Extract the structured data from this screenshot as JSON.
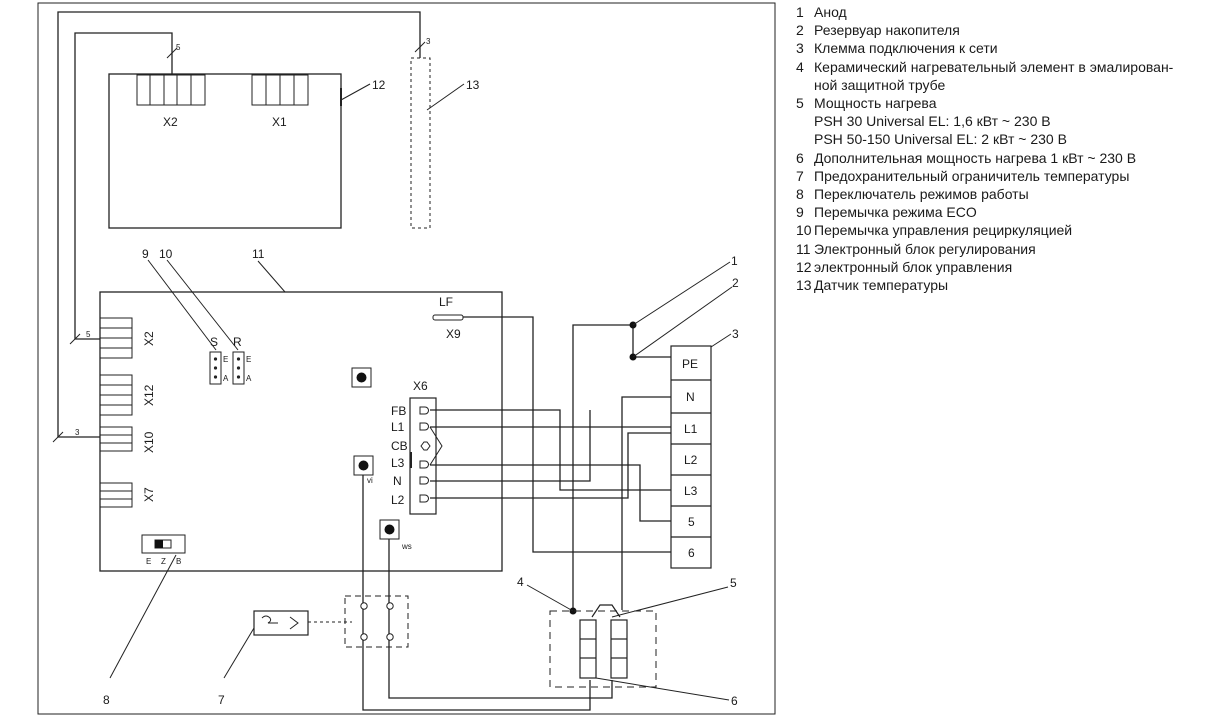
{
  "labels": {
    "x2_top": "X2",
    "x1_top": "X1",
    "x2_left": "X2",
    "x12": "X12",
    "x10": "X10",
    "x7": "X7",
    "x6": "X6",
    "x9": "X9",
    "lf": "LF",
    "jumper_s": "S",
    "jumper_r": "R",
    "ea": [
      "E",
      "A"
    ],
    "ezb": [
      "E",
      "Z",
      "B"
    ],
    "vi": "vi",
    "ws": "ws",
    "wire5": "5",
    "wire3": "3",
    "x6_pins": [
      "FB",
      "L1",
      "CB",
      "L3",
      "N",
      "L2"
    ],
    "terminals": [
      "PE",
      "N",
      "L1",
      "L2",
      "L3",
      "5",
      "6"
    ],
    "callouts": {
      "c1": "1",
      "c2": "2",
      "c3": "3",
      "c4": "4",
      "c5": "5",
      "c6": "6",
      "c7": "7",
      "c8": "8",
      "c9": "9",
      "c10": "10",
      "c11": "11",
      "c12": "12",
      "c13": "13"
    }
  },
  "legend": [
    {
      "num": "1",
      "text": "Анод"
    },
    {
      "num": "2",
      "text": "Резервуар накопителя"
    },
    {
      "num": "3",
      "text": "Клемма подключения к сети"
    },
    {
      "num": "4",
      "text": "Керамический нагревательный элемент в эмалирован-",
      "cont": "ной защитной трубе"
    },
    {
      "num": "5",
      "text": "Мощность нагрева",
      "sub": [
        "PSH 30 Universal EL: 1,6 кВт ~ 230 В",
        "PSH 50-150 Universal EL: 2 кВт ~ 230 В"
      ]
    },
    {
      "num": "6",
      "text": "Дополнительная мощность нагрева 1 кВт ~ 230 В"
    },
    {
      "num": "7",
      "text": "Предохранительный ограничитель температуры"
    },
    {
      "num": "8",
      "text": "Переключатель режимов работы"
    },
    {
      "num": "9",
      "text": "Перемычка режима ECO"
    },
    {
      "num": "10",
      "text": "Перемычка управления рециркуляцией"
    },
    {
      "num": "11",
      "text": "Электронный блок регулирования"
    },
    {
      "num": "12",
      "text": "электронный блок управления"
    },
    {
      "num": "13",
      "text": "Датчик температуры"
    }
  ]
}
